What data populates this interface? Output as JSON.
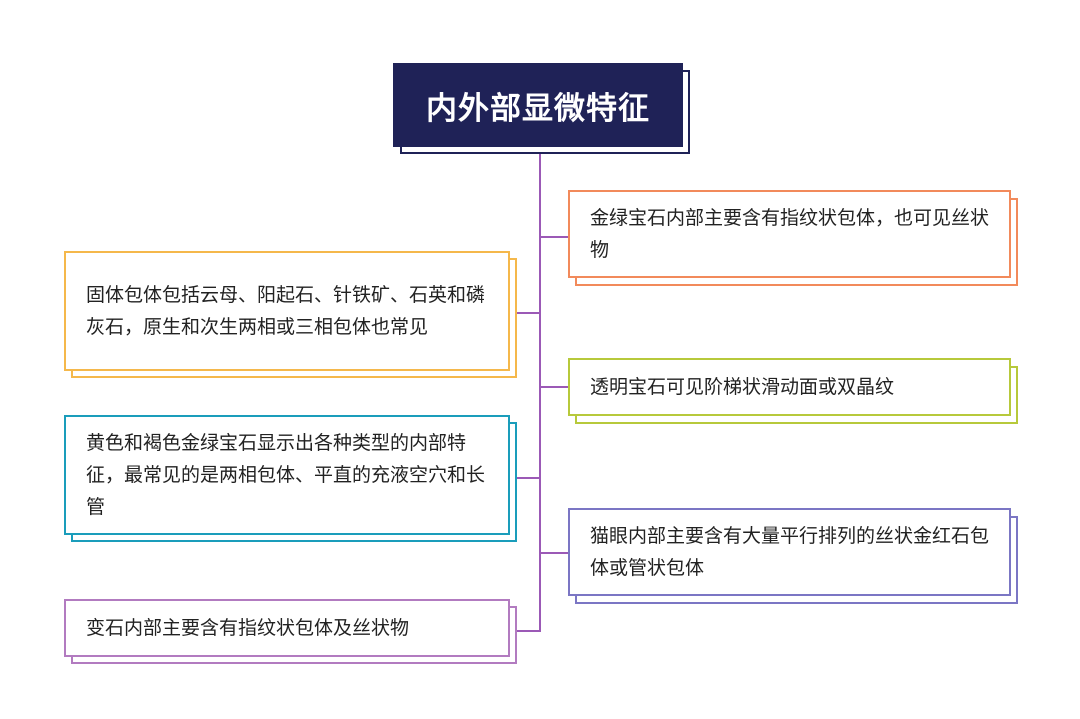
{
  "title": "内外部显微特征",
  "nodes": {
    "right_1": "金绿宝石内部主要含有指纹状包体，也可见丝状物",
    "left_1": "固体包体包括云母、阳起石、针铁矿、石英和磷灰石，原生和次生两相或三相包体也常见",
    "right_2": "透明宝石可见阶梯状滑动面或双晶纹",
    "left_2": "黄色和褐色金绿宝石显示出各种类型的内部特征，最常见的是两相包体、平直的充液空穴和长管",
    "right_3": "猫眼内部主要含有大量平行排列的丝状金红石包体或管状包体",
    "left_3": "变石内部主要含有指纹状包体及丝状物"
  },
  "colors": {
    "title_bg": "#1f2257",
    "connector": "#9b59b6",
    "orange": "#f28a5b",
    "yellow": "#f5b84b",
    "green": "#b7c93b",
    "teal": "#1a9dbb",
    "indigo": "#7b76c4",
    "purple": "#b27bc0"
  }
}
